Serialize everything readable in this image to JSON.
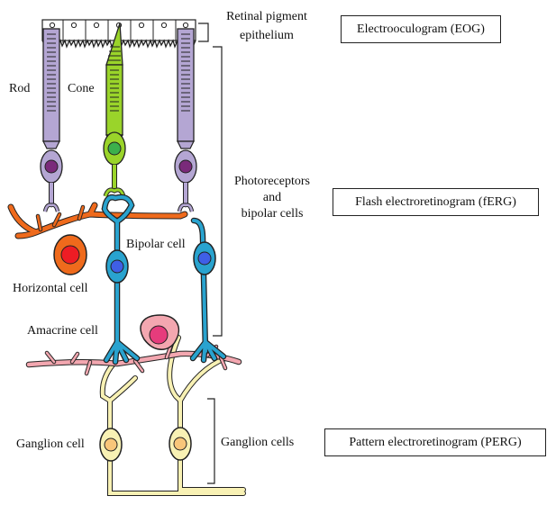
{
  "labels": {
    "rpe_line1": "Retinal pigment",
    "rpe_line2": "epithelium",
    "rod": "Rod",
    "cone": "Cone",
    "photoreceptors_line1": "Photoreceptors",
    "photoreceptors_line2": "and",
    "photoreceptors_line3": "bipolar cells",
    "bipolar_cell": "Bipolar cell",
    "horizontal_cell": "Horizontal cell",
    "amacrine_cell": "Amacrine cell",
    "ganglion_cell": "Ganglion cell",
    "ganglion_cells": "Ganglion cells"
  },
  "tests": {
    "eog": "Electrooculogram (EOG)",
    "ferg": "Flash electroretinogram (fERG)",
    "perg": "Pattern electroretinogram (PERG)"
  },
  "colors": {
    "rod": "#b4a6d3",
    "rod_nucleus": "#7a2a7a",
    "cone": "#9ad42a",
    "cone_nucleus": "#3cb04c",
    "bipolar": "#29a3cf",
    "bipolar_nucleus": "#3f5fe6",
    "horizontal": "#ef6a1c",
    "horizontal_nucleus": "#ee1c24",
    "amacrine": "#f3a7b0",
    "amacrine_nucleus": "#e63c7c",
    "ganglion": "#f8f1b4",
    "ganglion_nucleus": "#f9c67a"
  }
}
